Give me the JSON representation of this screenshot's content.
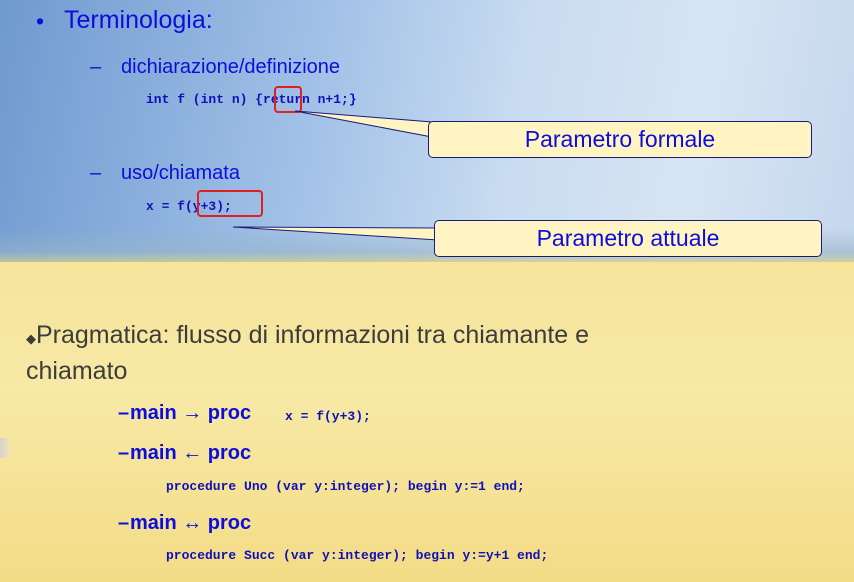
{
  "terminology": {
    "bullet": "•",
    "title": "Terminologia:",
    "item1_dash": "–",
    "item1_label": "dichiarazione/definizione",
    "item1_code": "int f (int n) {return n+1;}",
    "callout1": "Parametro formale",
    "item2_dash": "–",
    "item2_label": "uso/chiamata",
    "item2_code": "x = f(y+3);",
    "callout2": "Parametro attuale"
  },
  "pragmatics": {
    "diamond": "◆",
    "line1": "Pragmatica: flusso di informazioni tra chiamante e",
    "line2": "chiamato",
    "rows": [
      {
        "dash": "–",
        "label": "main → proc",
        "code": "x = f(y+3);"
      },
      {
        "dash": "–",
        "label": "main ← proc",
        "code": "procedure Uno (var y:integer); begin y:=1 end;"
      },
      {
        "dash": "–",
        "label": "main ↔ proc",
        "code": "procedure Succ (var y:integer); begin y:=y+1 end;"
      }
    ]
  },
  "colors": {
    "heading_blue": "#0d0ddc",
    "code_blue": "#1010b8",
    "highlight_red": "#e02020",
    "callout_fill": "#fff4c2"
  }
}
